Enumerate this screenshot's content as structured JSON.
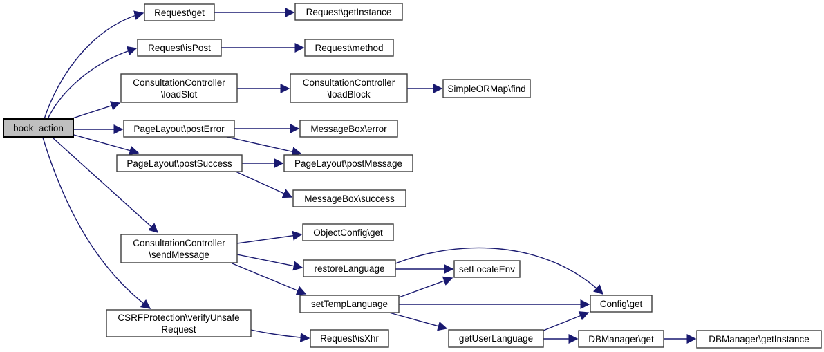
{
  "diagram": {
    "kind": "call-graph",
    "root_function": "book_action",
    "colors": {
      "edge": "#191970",
      "node_fill": "#ffffff",
      "node_border": "#3d3d3d",
      "root_fill": "#bfbfbf",
      "root_border": "#000000",
      "background": "#ffffff",
      "text": "#000000"
    },
    "nodes": {
      "book_action": {
        "label": "book_action"
      },
      "request_get": {
        "label": "Request\\get"
      },
      "request_getinstance": {
        "label": "Request\\getInstance"
      },
      "request_ispost": {
        "label": "Request\\isPost"
      },
      "request_method": {
        "label": "Request\\method"
      },
      "loadslot": {
        "label": "ConsultationController\\loadSlot",
        "line1": "ConsultationController",
        "line2": "\\loadSlot"
      },
      "loadblock": {
        "label": "ConsultationController\\loadBlock",
        "line1": "ConsultationController",
        "line2": "\\loadBlock"
      },
      "simpleormap_find": {
        "label": "SimpleORMap\\find"
      },
      "pagelayout_posterror": {
        "label": "PageLayout\\postError"
      },
      "messagebox_error": {
        "label": "MessageBox\\error"
      },
      "pagelayout_postsuccess": {
        "label": "PageLayout\\postSuccess"
      },
      "pagelayout_postmessage": {
        "label": "PageLayout\\postMessage"
      },
      "messagebox_success": {
        "label": "MessageBox\\success"
      },
      "sendmessage": {
        "label": "ConsultationController\\sendMessage",
        "line1": "ConsultationController",
        "line2": "\\sendMessage"
      },
      "objectconfig_get": {
        "label": "ObjectConfig\\get"
      },
      "restorelanguage": {
        "label": "restoreLanguage"
      },
      "setlocaleenv": {
        "label": "setLocaleEnv"
      },
      "settemplanguage": {
        "label": "setTempLanguage"
      },
      "config_get": {
        "label": "Config\\get"
      },
      "csrf_verifyunsaferequest": {
        "label": "CSRFProtection\\verifyUnsafeRequest",
        "line1": "CSRFProtection\\verifyUnsafe",
        "line2": "Request"
      },
      "request_isxhr": {
        "label": "Request\\isXhr"
      },
      "getuserlanguage": {
        "label": "getUserLanguage"
      },
      "dbmanager_get": {
        "label": "DBManager\\get"
      },
      "dbmanager_getinstance": {
        "label": "DBManager\\getInstance"
      }
    },
    "edges": [
      {
        "from": "book_action",
        "to": "Request\\get"
      },
      {
        "from": "book_action",
        "to": "Request\\isPost"
      },
      {
        "from": "book_action",
        "to": "ConsultationController\\loadSlot"
      },
      {
        "from": "book_action",
        "to": "PageLayout\\postError"
      },
      {
        "from": "book_action",
        "to": "PageLayout\\postSuccess"
      },
      {
        "from": "book_action",
        "to": "ConsultationController\\sendMessage"
      },
      {
        "from": "book_action",
        "to": "CSRFProtection\\verifyUnsafeRequest"
      },
      {
        "from": "Request\\get",
        "to": "Request\\getInstance"
      },
      {
        "from": "Request\\isPost",
        "to": "Request\\method"
      },
      {
        "from": "ConsultationController\\loadSlot",
        "to": "ConsultationController\\loadBlock"
      },
      {
        "from": "ConsultationController\\loadBlock",
        "to": "SimpleORMap\\find"
      },
      {
        "from": "PageLayout\\postError",
        "to": "MessageBox\\error"
      },
      {
        "from": "PageLayout\\postError",
        "to": "PageLayout\\postMessage"
      },
      {
        "from": "PageLayout\\postSuccess",
        "to": "PageLayout\\postMessage"
      },
      {
        "from": "PageLayout\\postSuccess",
        "to": "MessageBox\\success"
      },
      {
        "from": "ConsultationController\\sendMessage",
        "to": "ObjectConfig\\get"
      },
      {
        "from": "ConsultationController\\sendMessage",
        "to": "restoreLanguage"
      },
      {
        "from": "ConsultationController\\sendMessage",
        "to": "setTempLanguage"
      },
      {
        "from": "restoreLanguage",
        "to": "setLocaleEnv"
      },
      {
        "from": "restoreLanguage",
        "to": "Config\\get"
      },
      {
        "from": "setTempLanguage",
        "to": "setLocaleEnv"
      },
      {
        "from": "setTempLanguage",
        "to": "Config\\get"
      },
      {
        "from": "setTempLanguage",
        "to": "getUserLanguage"
      },
      {
        "from": "getUserLanguage",
        "to": "Config\\get"
      },
      {
        "from": "getUserLanguage",
        "to": "DBManager\\get"
      },
      {
        "from": "DBManager\\get",
        "to": "DBManager\\getInstance"
      },
      {
        "from": "CSRFProtection\\verifyUnsafeRequest",
        "to": "Request\\isXhr"
      }
    ]
  }
}
